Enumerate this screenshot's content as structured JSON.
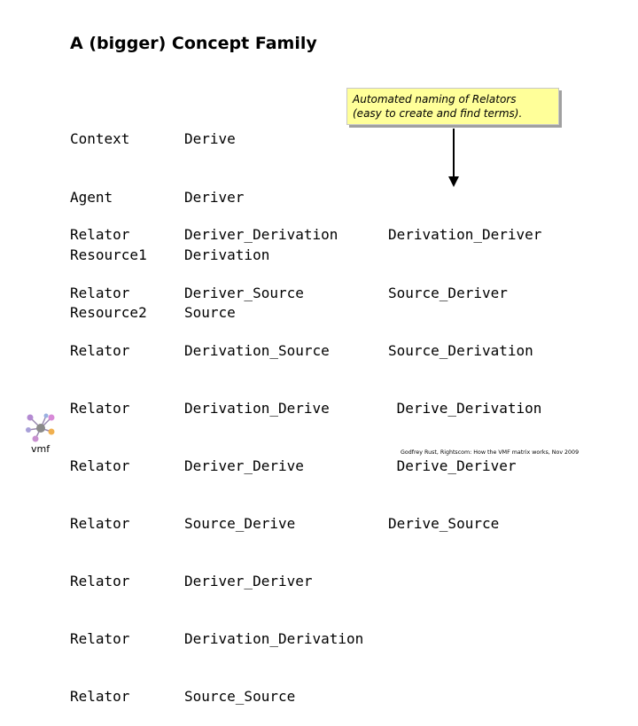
{
  "title": "A (bigger) Concept Family",
  "col1_top": [
    "Context",
    "Agent",
    "Resource1",
    "Resource2"
  ],
  "col2_top": [
    "Derive",
    "Deriver",
    "Derivation",
    "Source"
  ],
  "col1_bottom": [
    "Relator",
    "Relator",
    "Relator",
    "Relator",
    "Relator",
    "Relator",
    "Relator",
    "Relator",
    "Relator"
  ],
  "col2_bottom": [
    "Deriver_Derivation",
    "Deriver_Source",
    "Derivation_Source",
    "Derivation_Derive",
    "Deriver_Derive",
    "Source_Derive",
    "Deriver_Deriver",
    "Derivation_Derivation",
    "Source_Source"
  ],
  "col3_bottom": [
    "Derivation_Deriver",
    "Source_Deriver",
    "Source_Derivation",
    " Derive_Derivation",
    " Derive_Deriver",
    "Derive_Source"
  ],
  "callout": {
    "line1": "Automated naming of Relators",
    "line2": "(easy to create and find terms)."
  },
  "logo_text": "vmf",
  "footer": "Godfrey Rust, Rightscom: How the VMF matrix works, Nov 2009"
}
